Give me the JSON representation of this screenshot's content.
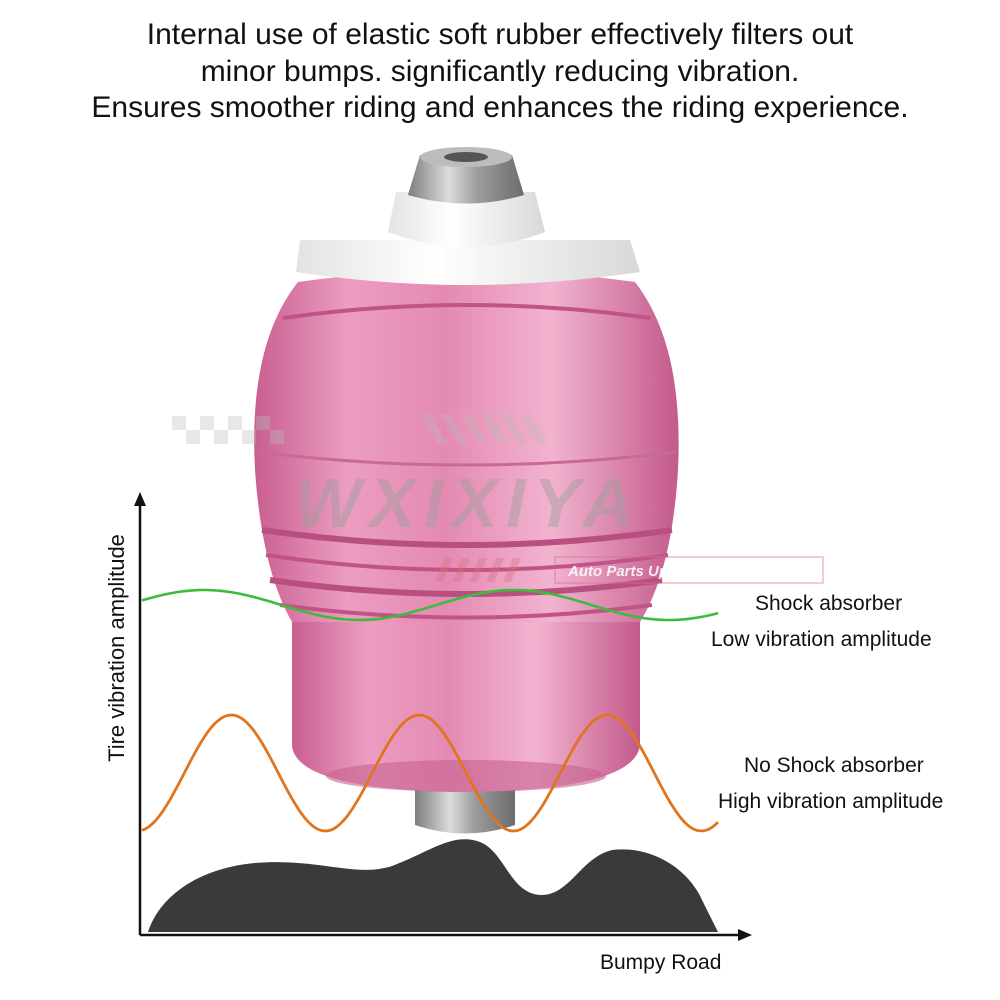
{
  "headline": {
    "line1": "Internal use of elastic soft rubber effectively filters out",
    "line2": "minor bumps. significantly reducing vibration.",
    "line3": "Ensures smoother riding and enhances the riding experience."
  },
  "watermark": {
    "brand": "WXIXIYA",
    "tagline": "Auto Parts Upgrading Expert"
  },
  "diagram": {
    "y_axis_label": "Tire vibration amplitude",
    "x_axis_label": "Bumpy Road",
    "low_curve": {
      "line1": "Shock absorber",
      "line2": "Low vibration amplitude",
      "color": "#3dbb3d"
    },
    "high_curve": {
      "line1": "No Shock absorber",
      "line2": "High vibration amplitude",
      "color": "#e0751e"
    },
    "road_color": "#3a3a3a"
  },
  "product": {
    "body_color": "#e48ab2",
    "collar_color": "#f4f4f4",
    "bolt_color": "#a8a8a8"
  }
}
